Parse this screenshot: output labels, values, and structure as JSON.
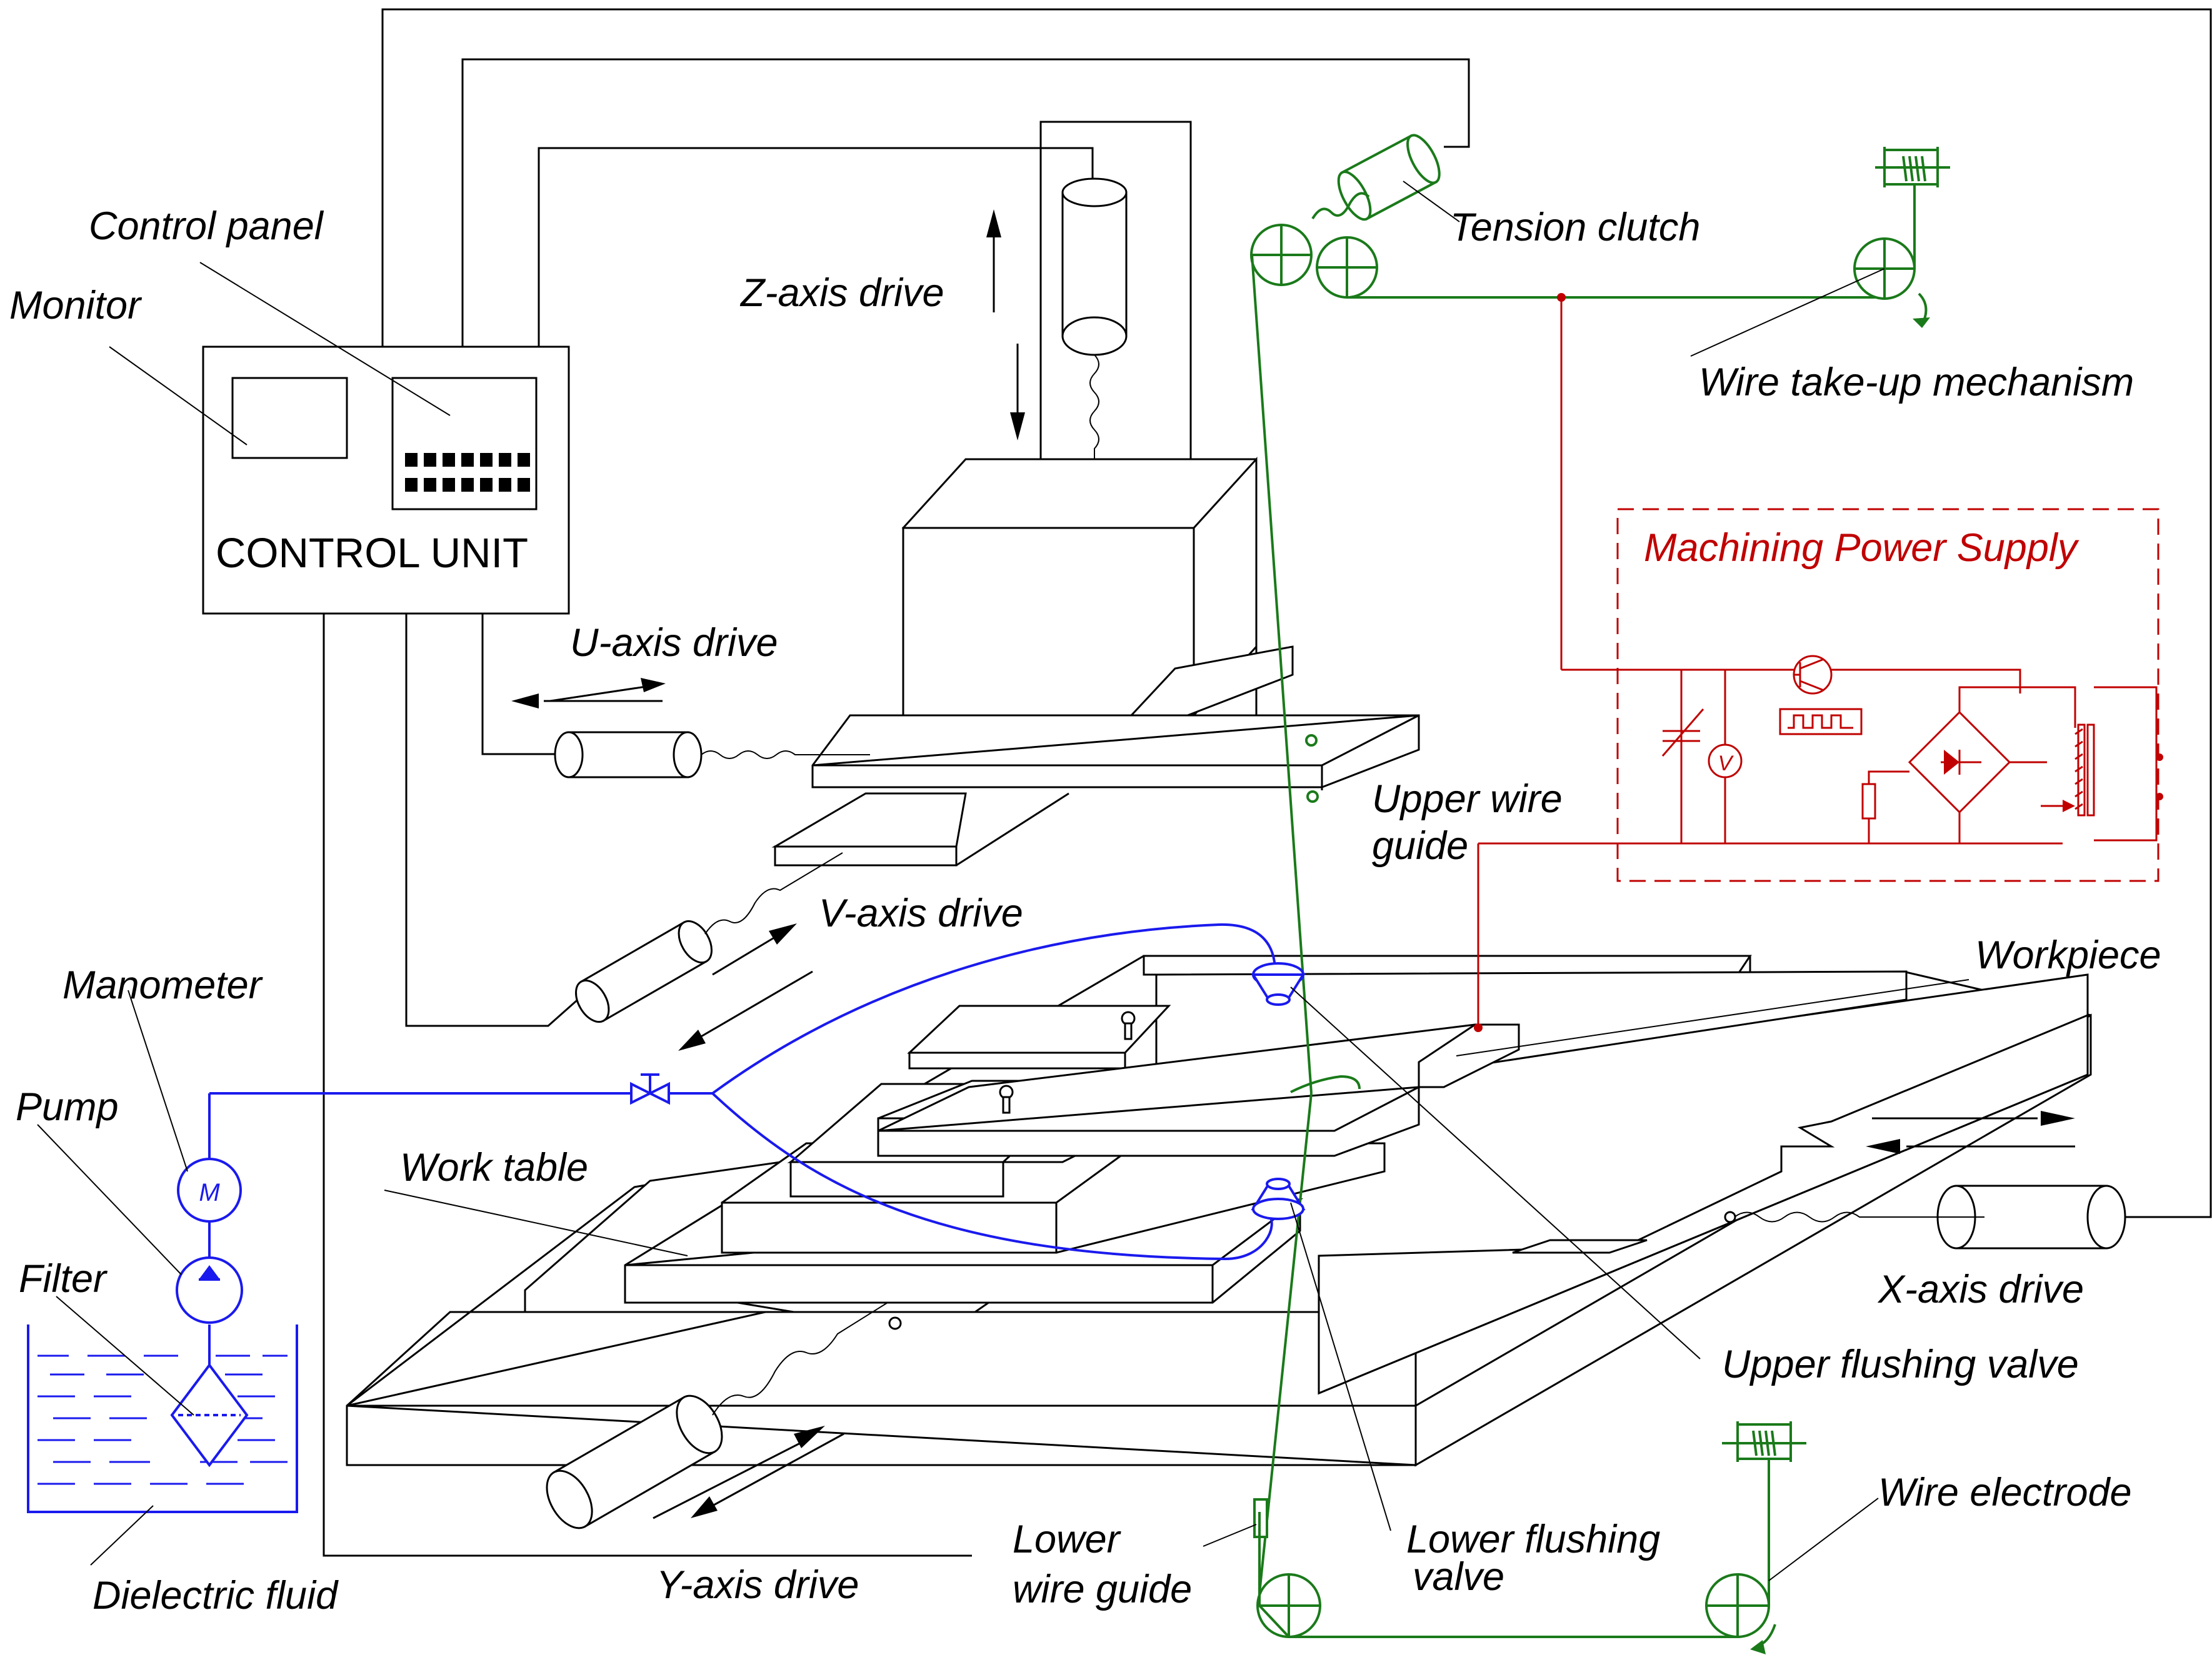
{
  "labels": {
    "control_panel": "Control panel",
    "monitor": "Monitor",
    "control_unit": "CONTROL UNIT",
    "z_axis_drive": "Z-axis drive",
    "tension_clutch": "Tension clutch",
    "wire_take_up": "Wire take-up mechanism",
    "machining_power_supply": "Machining Power Supply",
    "u_axis_drive": "U-axis drive",
    "upper_wire_guide_1": "Upper wire",
    "upper_wire_guide_2": "guide",
    "v_axis_drive": "V-axis drive",
    "workpiece": "Workpiece",
    "manometer": "Manometer",
    "pump": "Pump",
    "work_table": "Work table",
    "filter": "Filter",
    "x_axis_drive": "X-axis drive",
    "upper_flushing_valve": "Upper flushing valve",
    "wire_electrode": "Wire electrode",
    "lower_wire_guide_1": "Lower",
    "lower_wire_guide_2": "wire guide",
    "lower_flushing_valve_1": "Lower flushing",
    "lower_flushing_valve_2": "valve",
    "y_axis_drive": "Y-axis drive",
    "dielectric_fluid": "Dielectric fluid",
    "motor_symbol": "M",
    "voltmeter_symbol": "V"
  },
  "colors": {
    "wire_path": "#1a7a1a",
    "power_supply": "#c00000",
    "dielectric_circuit": "#1a1aee",
    "structure": "#000000"
  }
}
